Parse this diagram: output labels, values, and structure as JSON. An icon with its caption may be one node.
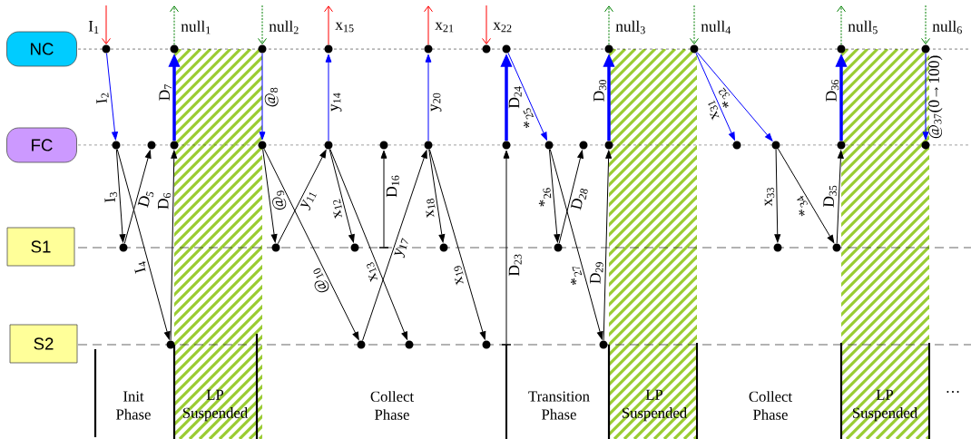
{
  "diagram": {
    "nodes": [
      {
        "text": [
          "NC"
        ]
      },
      {
        "text": [
          "FC"
        ]
      },
      {
        "text": [
          "S1"
        ]
      },
      {
        "text": [
          "S2"
        ]
      },
      {
        "text": [],
        "shape": "circle"
      },
      {
        "text": [],
        "shape": "circle"
      },
      {
        "text": [],
        "shape": "circle"
      },
      {
        "text": [],
        "shape": "circle"
      },
      {
        "text": [],
        "shape": "circle"
      },
      {
        "text": [],
        "shape": "circle"
      },
      {
        "text": [],
        "shape": "circle"
      },
      {
        "text": [],
        "shape": "circle"
      },
      {
        "text": [],
        "shape": "circle"
      },
      {
        "text": [],
        "shape": "circle"
      },
      {
        "text": [],
        "shape": "circle"
      },
      {
        "text": [],
        "shape": "circle"
      },
      {
        "text": [],
        "shape": "circle"
      },
      {
        "text": [],
        "shape": "circle"
      },
      {
        "text": [],
        "shape": "circle"
      },
      {
        "text": [],
        "shape": "circle"
      },
      {
        "text": [],
        "shape": "circle"
      },
      {
        "text": [],
        "shape": "circle"
      },
      {
        "text": [],
        "shape": "circle"
      },
      {
        "text": [],
        "shape": "circle"
      },
      {
        "text": [],
        "shape": "circle"
      },
      {
        "text": [],
        "shape": "circle"
      },
      {
        "text": [],
        "shape": "circle"
      },
      {
        "text": [],
        "shape": "circle"
      },
      {
        "text": [],
        "shape": "circle"
      },
      {
        "text": [],
        "shape": "circle"
      },
      {
        "text": [],
        "shape": "circle"
      },
      {
        "text": [],
        "shape": "circle"
      },
      {
        "text": [],
        "shape": "circle"
      },
      {
        "text": [],
        "shape": "bar"
      },
      {
        "text": [],
        "shape": "circle"
      },
      {
        "text": [],
        "shape": "circle"
      },
      {
        "text": [],
        "shape": "circle"
      },
      {
        "text": [],
        "shape": "circle"
      },
      {
        "text": [],
        "shape": "circle"
      },
      {
        "text": [],
        "shape": "circle"
      },
      {
        "text": [],
        "shape": "circle"
      },
      {
        "text": [],
        "shape": "circle"
      },
      {
        "text": [],
        "shape": "bar"
      },
      {
        "text": [],
        "shape": "circle"
      }
    ],
    "edges": [
      {
        "from": null,
        "to": 4,
        "arrow": "to",
        "label": "I$_{1}$",
        "color": "#ff0000"
      },
      {
        "from": 4,
        "to": 15,
        "arrow": "to",
        "label": "I$_{2}$",
        "color": "#0000ff"
      },
      {
        "from": 15,
        "to": 30,
        "arrow": "to",
        "label": "I$_{3}$"
      },
      {
        "from": 15,
        "to": 38,
        "arrow": "to",
        "label": "I$_{4}$"
      },
      {
        "from": 30,
        "to": 16,
        "arrow": "to",
        "label": "D$_{5}$"
      },
      {
        "from": 38,
        "to": 17,
        "arrow": "to",
        "label": "D$_{6}$"
      },
      {
        "from": 17,
        "to": 5,
        "arrow": "to",
        "label": "D$_{7}$",
        "style": "thick",
        "color": "#0000ff"
      },
      {
        "from": 5,
        "to": null,
        "arrow": "to",
        "label": "null$_{1}$",
        "style": "dashed",
        "color": "#008000"
      },
      {
        "from": null,
        "to": 6,
        "arrow": "to",
        "label": "null$_{2}$",
        "style": "dashed",
        "color": "#008000"
      },
      {
        "from": 6,
        "to": 18,
        "arrow": "to",
        "label": "@$_{8}$",
        "color": "#0000ff"
      },
      {
        "from": 18,
        "to": 31,
        "arrow": "to",
        "label": "@$_{9}$"
      },
      {
        "from": 18,
        "to": 39,
        "arrow": "to",
        "label": "@$_{10}$"
      },
      {
        "from": 31,
        "to": 19,
        "arrow": "to",
        "label": "y$_{11}$"
      },
      {
        "from": 19,
        "to": 32,
        "arrow": "to",
        "label": "x$_{12}$"
      },
      {
        "from": 19,
        "to": 40,
        "arrow": "to",
        "label": "x$_{13}$"
      },
      {
        "from": 19,
        "to": 7,
        "arrow": "to",
        "label": "y$_{14}$",
        "color": "#0000ff"
      },
      {
        "from": 7,
        "to": null,
        "arrow": "to",
        "label": "x$_{15}$",
        "color": "#ff0000"
      },
      {
        "from": 33,
        "to": 20,
        "arrow": "to",
        "label": "D$_{16}$"
      },
      {
        "from": 39,
        "to": 21,
        "arrow": "to",
        "label": "y$_{17}$"
      },
      {
        "from": 21,
        "to": 34,
        "arrow": "to",
        "label": "x$_{18}$"
      },
      {
        "from": 21,
        "to": 41,
        "arrow": "to",
        "label": "x$_{19}$"
      },
      {
        "from": 21,
        "to": 8,
        "arrow": "to",
        "label": "y$_{20}$",
        "color": "#0000ff"
      },
      {
        "from": 8,
        "to": null,
        "arrow": "to",
        "label": "x$_{21}$",
        "color": "#ff0000"
      },
      {
        "from": null,
        "to": 9,
        "arrow": "to",
        "label": "x$_{22}$",
        "color": "#ff0000"
      },
      {
        "from": 42,
        "to": 22,
        "arrow": "to",
        "label": "D$_{23}$"
      },
      {
        "from": 22,
        "to": 10,
        "arrow": "to",
        "label": "D$_{24}$",
        "style": "thick",
        "color": "#0000ff"
      },
      {
        "from": 10,
        "to": 23,
        "arrow": "to",
        "label": "*$_{25}$",
        "color": "#0000ff"
      },
      {
        "from": 23,
        "to": 35,
        "arrow": "to",
        "label": "*$_{26}$"
      },
      {
        "from": 23,
        "to": 43,
        "arrow": "to",
        "label": "*$_{27}$"
      },
      {
        "from": 35,
        "to": 24,
        "arrow": "to",
        "label": "D$_{28}$"
      },
      {
        "from": 43,
        "to": 25,
        "arrow": "to",
        "label": "D$_{29}$"
      },
      {
        "from": 25,
        "to": 11,
        "arrow": "to",
        "label": "D$_{30}$",
        "style": "thick",
        "color": "#0000ff"
      },
      {
        "from": 11,
        "to": null,
        "arrow": "to",
        "label": "null$_{3}$",
        "style": "dashed",
        "color": "#008000"
      },
      {
        "from": null,
        "to": 12,
        "arrow": "to",
        "label": "null$_{4}$",
        "style": "dashed",
        "color": "#008000"
      },
      {
        "from": 12,
        "to": 26,
        "arrow": "to",
        "label": "x$_{31}$",
        "color": "#0000ff"
      },
      {
        "from": 12,
        "to": 27,
        "arrow": "to",
        "label": "*$_{32}$",
        "color": "#0000ff"
      },
      {
        "from": 27,
        "to": 36,
        "arrow": "to",
        "label": "x$_{33}$"
      },
      {
        "from": 27,
        "to": 37,
        "arrow": "to",
        "label": "*$_{34}$"
      },
      {
        "from": 37,
        "to": 28,
        "arrow": "to",
        "label": "D$_{35}$"
      },
      {
        "from": 28,
        "to": 13,
        "arrow": "to",
        "label": "D$_{36}$",
        "style": "thick",
        "color": "#0000ff"
      },
      {
        "from": 13,
        "to": null,
        "arrow": "to",
        "label": "null$_{5}$",
        "style": "dashed",
        "color": "#008000"
      },
      {
        "from": null,
        "to": 14,
        "arrow": "to",
        "label": "null$_{6}$",
        "style": "dashed",
        "color": "#008000"
      },
      {
        "from": 14,
        "to": 29,
        "arrow": "to",
        "label": "@$_{37}$(0→100)",
        "color": "#0000ff"
      }
    ],
    "labels": [
      "Init Phase",
      "LP Suspended",
      "Collect Phase",
      "Transition Phase",
      "LP Suspended",
      "Collect Phase",
      "LP Suspended",
      "…"
    ]
  }
}
